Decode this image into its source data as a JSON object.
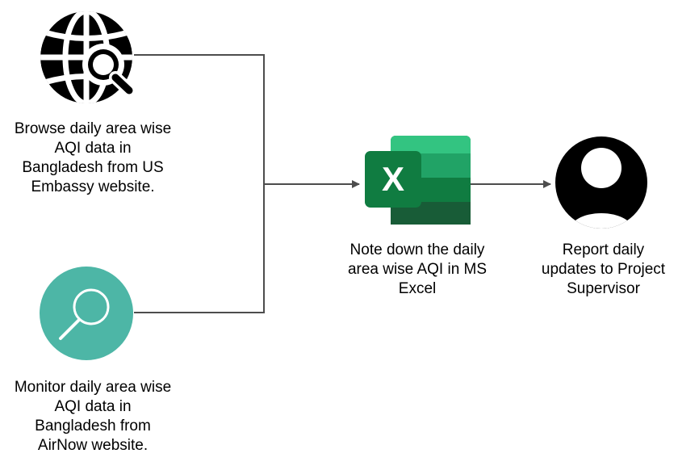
{
  "nodes": {
    "browse": {
      "icon": "globe-search-icon",
      "text": "Browse daily area wise\nAQI data in\nBangladesh from US\nEmbassy website."
    },
    "monitor": {
      "icon": "magnifier-circle-icon",
      "text": "Monitor daily area wise\nAQI data in\nBangladesh from\nAirNow website."
    },
    "excel": {
      "icon": "ms-excel-icon",
      "icon_letter": "X",
      "text": "Note down the daily\narea wise AQI in MS\nExcel"
    },
    "report": {
      "icon": "user-avatar-icon",
      "text": "Report daily\nupdates to Project\nSupervisor"
    }
  },
  "colors": {
    "connector": "#4d4d4d",
    "globe": "#000000",
    "monitor_circle": "#4db6a6",
    "excel_dark": "#185c37",
    "excel_mid": "#21a366",
    "excel_light": "#33c481",
    "excel_badge": "#107c41",
    "user_fill": "#000000"
  }
}
